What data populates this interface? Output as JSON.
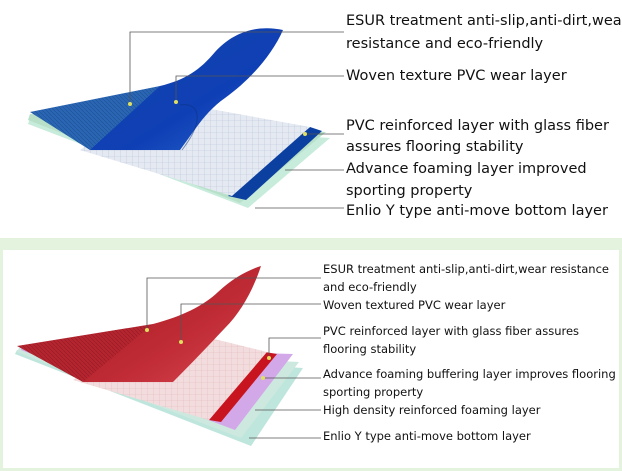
{
  "top_diagram": {
    "labels": [
      "ESUR treatment anti-slip,anti-dirt,wear",
      "resistance and eco-friendly",
      "Woven texture PVC wear layer",
      "PVC reinforced layer with glass fiber",
      "assures flooring stability",
      "Advance foaming layer improved",
      "sporting property",
      "Enlio Y type anti-move bottom layer"
    ],
    "colors": {
      "wear_layer": "#1f5fae",
      "mesh_layer": "#dfe6f0",
      "glass_fiber": "#0b3fa0",
      "foam": "#b8e0c8",
      "bottom": "#c8ecdc"
    }
  },
  "bottom_diagram": {
    "labels": [
      "ESUR treatment anti-slip,anti-dirt,wear resistance",
      "and eco-friendly",
      "Woven textured PVC wear layer",
      "PVC reinforced layer with glass fiber assures",
      "flooring stability",
      "Advance foaming buffering layer improves flooring",
      "sporting property",
      "High density reinforced foaming layer",
      "Enlio Y type anti-move bottom layer"
    ],
    "colors": {
      "wear_layer": "#b3222d",
      "mesh_layer": "#f1d9da",
      "glass_fiber": "#c8141f",
      "foam": "#d3a8e8",
      "high_density": "#cde8df",
      "bottom": "#bfe6dc"
    }
  }
}
